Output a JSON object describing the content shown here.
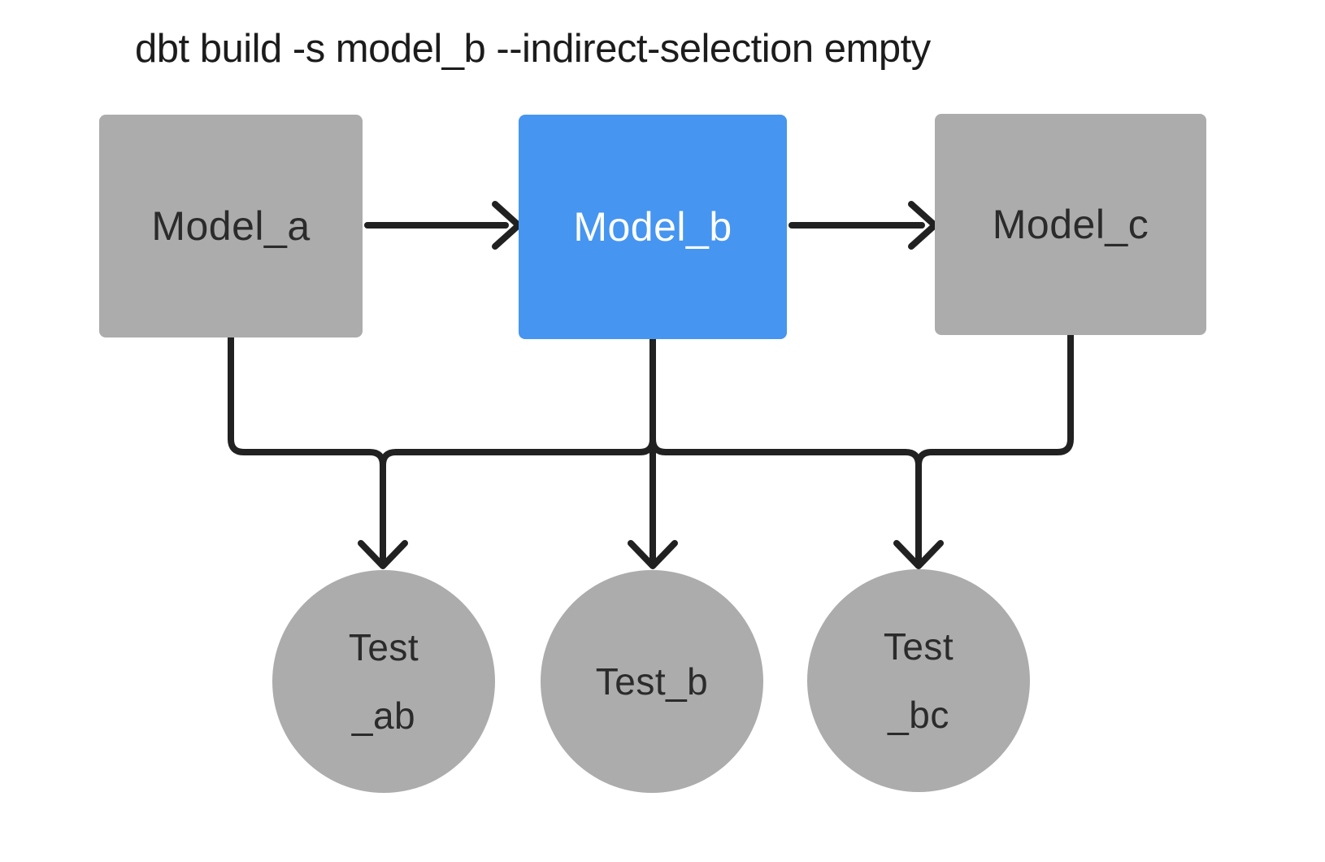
{
  "title": "dbt build -s model_b --indirect-selection empty",
  "colors": {
    "accent-blue": "#4695F1",
    "node-gray": "#ACACAC",
    "stroke-dark": "#212121",
    "text-dark": "#2B2B2B",
    "text-light": "#FFFFFF",
    "canvas-bg": "#FFFFFF"
  },
  "models": [
    {
      "id": "model_a",
      "label": "Model_a",
      "selected": false
    },
    {
      "id": "model_b",
      "label": "Model_b",
      "selected": true
    },
    {
      "id": "model_c",
      "label": "Model_c",
      "selected": false
    }
  ],
  "tests": [
    {
      "id": "test_ab",
      "line1": "Test",
      "line2": "_ab"
    },
    {
      "id": "test_b",
      "line1": "Test_b",
      "line2": ""
    },
    {
      "id": "test_bc",
      "line1": "Test",
      "line2": "_bc"
    }
  ],
  "edges": [
    {
      "from": "model_a",
      "to": "model_b"
    },
    {
      "from": "model_b",
      "to": "model_c"
    },
    {
      "from": "model_a",
      "to": "test_ab"
    },
    {
      "from": "model_b",
      "to": "test_ab"
    },
    {
      "from": "model_b",
      "to": "test_b"
    },
    {
      "from": "model_b",
      "to": "test_bc"
    },
    {
      "from": "model_c",
      "to": "test_bc"
    }
  ]
}
